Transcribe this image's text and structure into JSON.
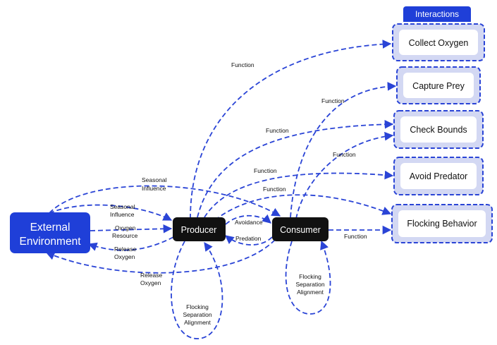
{
  "header": {
    "label": "Interactions"
  },
  "nodes": {
    "external": {
      "line1": "External",
      "line2": "Environment"
    },
    "producer": "Producer",
    "consumer": "Consumer"
  },
  "interactions": [
    "Collect Oxygen",
    "Capture Prey",
    "Check Bounds",
    "Avoid Predator",
    "Flocking Behavior"
  ],
  "edge_labels": {
    "function_collect": "Function",
    "function_capture": "Function",
    "function_bounds_p": "Function",
    "function_bounds_c": "Function",
    "function_avoid": "Function",
    "function_flock_p": "Function",
    "function_flock_c": "Function",
    "seasonal_top": [
      "Seasonal",
      "Influence"
    ],
    "seasonal_mid": [
      "Seasonal",
      "Influence"
    ],
    "oxygen_resource": [
      "Oxygen",
      "Resource"
    ],
    "release_oxygen_p": [
      "Release",
      "Oxygen"
    ],
    "release_oxygen_c": [
      "Release",
      "Oxygen"
    ],
    "avoidance": "Avoidance",
    "predation": "Predation",
    "producer_loop": [
      "Flocking",
      "Separation",
      "Alignment"
    ],
    "consumer_loop": [
      "Flocking",
      "Separation",
      "Alignment"
    ]
  },
  "colors": {
    "accent": "#1f3fd8",
    "dark_node": "#111111",
    "panel_fill": "#d3d8f3",
    "edge": "#2a44d6"
  }
}
